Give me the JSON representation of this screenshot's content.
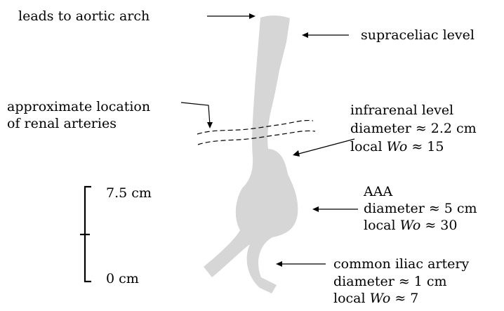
{
  "labels": {
    "aortic_arch": "leads to aortic arch",
    "supraceliac": "supraceliac level",
    "renal_line1": "approximate location",
    "renal_line2": "of renal arteries",
    "infrarenal_line1": "infrarenal level",
    "infrarenal_diam": "diameter ≈ 2.2 cm",
    "infrarenal_wo_prefix": "local ",
    "infrarenal_wo_symbol": "Wo",
    "infrarenal_wo_value": " ≈ 15",
    "aaa_line1": "AAA",
    "aaa_diam": "diameter ≈ 5 cm",
    "aaa_wo_prefix": "local ",
    "aaa_wo_symbol": "Wo",
    "aaa_wo_value": " ≈ 30",
    "iliac_line1": "common iliac artery",
    "iliac_diam": "diameter ≈ 1 cm",
    "iliac_wo_prefix": "local ",
    "iliac_wo_symbol": "Wo",
    "iliac_wo_value": " ≈ 7"
  },
  "scale_bar": {
    "top_label": "7.5 cm",
    "bottom_label": "0 cm"
  },
  "colors": {
    "vessel": "#d6d6d6",
    "ink": "#000000"
  }
}
